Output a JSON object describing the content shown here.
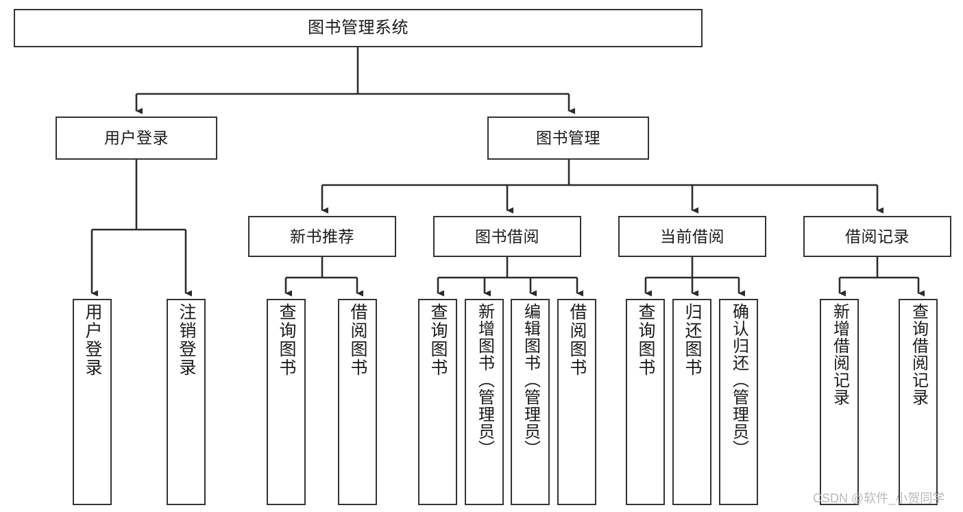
{
  "diagram": {
    "title": "图书管理系统",
    "type": "tree",
    "root": {
      "id": "root",
      "label": "图书管理系统",
      "orientation": "horizontal"
    },
    "levels": [
      {
        "level": 2,
        "nodes": [
          {
            "id": "user-login",
            "label": "用户登录",
            "orientation": "horizontal",
            "parent": "root"
          },
          {
            "id": "book-manage",
            "label": "图书管理",
            "orientation": "horizontal",
            "parent": "root"
          }
        ]
      },
      {
        "level": 3,
        "nodes": [
          {
            "id": "new-book-rec",
            "label": "新书推荐",
            "orientation": "horizontal",
            "parent": "book-manage"
          },
          {
            "id": "book-borrow",
            "label": "图书借阅",
            "orientation": "horizontal",
            "parent": "book-manage"
          },
          {
            "id": "current-borrow",
            "label": "当前借阅",
            "orientation": "horizontal",
            "parent": "book-manage"
          },
          {
            "id": "borrow-record",
            "label": "借阅记录",
            "orientation": "horizontal",
            "parent": "book-manage"
          }
        ]
      },
      {
        "level": 4,
        "nodes": [
          {
            "id": "leaf-user-login",
            "label": "用户登录",
            "orientation": "vertical",
            "parent": "user-login"
          },
          {
            "id": "leaf-user-logout",
            "label": "注销登录",
            "orientation": "vertical",
            "parent": "user-login"
          },
          {
            "id": "leaf-rec-query-book",
            "label": "查询图书",
            "orientation": "vertical",
            "parent": "new-book-rec"
          },
          {
            "id": "leaf-rec-borrow-book",
            "label": "借阅图书",
            "orientation": "vertical",
            "parent": "new-book-rec"
          },
          {
            "id": "leaf-brw-query-book",
            "label": "查询图书",
            "orientation": "vertical",
            "parent": "book-borrow"
          },
          {
            "id": "leaf-brw-add-book",
            "label": "新增图书（管理员）",
            "orientation": "vertical",
            "parent": "book-borrow"
          },
          {
            "id": "leaf-brw-edit-book",
            "label": "编辑图书（管理员）",
            "orientation": "vertical",
            "parent": "book-borrow"
          },
          {
            "id": "leaf-brw-borrow-book",
            "label": "借阅图书",
            "orientation": "vertical",
            "parent": "book-borrow"
          },
          {
            "id": "leaf-cur-query-book",
            "label": "查询图书",
            "orientation": "vertical",
            "parent": "current-borrow"
          },
          {
            "id": "leaf-cur-return-book",
            "label": "归还图书",
            "orientation": "vertical",
            "parent": "current-borrow"
          },
          {
            "id": "leaf-cur-confirm-return",
            "label": "确认归还（管理员）",
            "orientation": "vertical",
            "parent": "current-borrow"
          },
          {
            "id": "leaf-rec-add-record",
            "label": "新增借阅记录",
            "orientation": "vertical",
            "parent": "borrow-record"
          },
          {
            "id": "leaf-rec-query-record",
            "label": "查询借阅记录",
            "orientation": "vertical",
            "parent": "borrow-record"
          }
        ]
      }
    ]
  },
  "watermark": {
    "text": "CSDN @软件_小贺同学"
  },
  "colors": {
    "box_border": "#333333",
    "box_fill": "#ffffff",
    "edge": "#2b2b2b",
    "text": "#1a1a1a",
    "watermark": "#b9b9b9",
    "background": "#ffffff"
  }
}
